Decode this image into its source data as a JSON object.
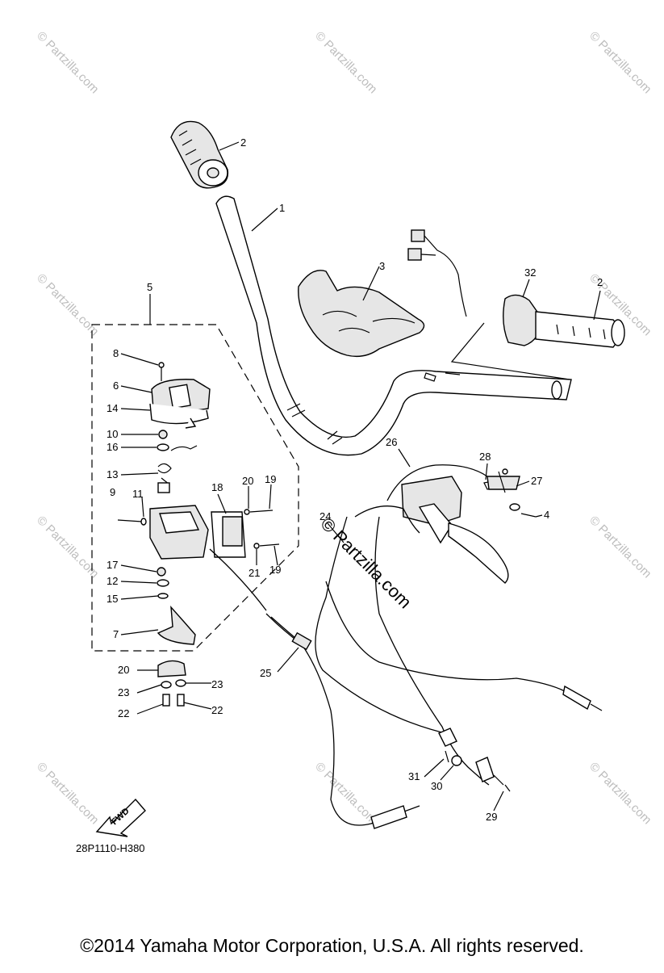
{
  "diagram": {
    "code": "28P1110-H380",
    "fwd_label": "FWD",
    "watermark": "© Partzilla.com",
    "center_watermark": "© Partzilla.com",
    "callouts": [
      "1",
      "2",
      "2",
      "3",
      "4",
      "5",
      "6",
      "7",
      "8",
      "9",
      "10",
      "11",
      "12",
      "13",
      "14",
      "15",
      "16",
      "17",
      "18",
      "19",
      "19",
      "20",
      "20",
      "21",
      "22",
      "22",
      "23",
      "23",
      "24",
      "25",
      "26",
      "27",
      "28",
      "29",
      "30",
      "31",
      "32"
    ]
  },
  "footer": {
    "copyright": "©2014  Yamaha Motor Corporation, U.S.A. All rights reserved."
  }
}
